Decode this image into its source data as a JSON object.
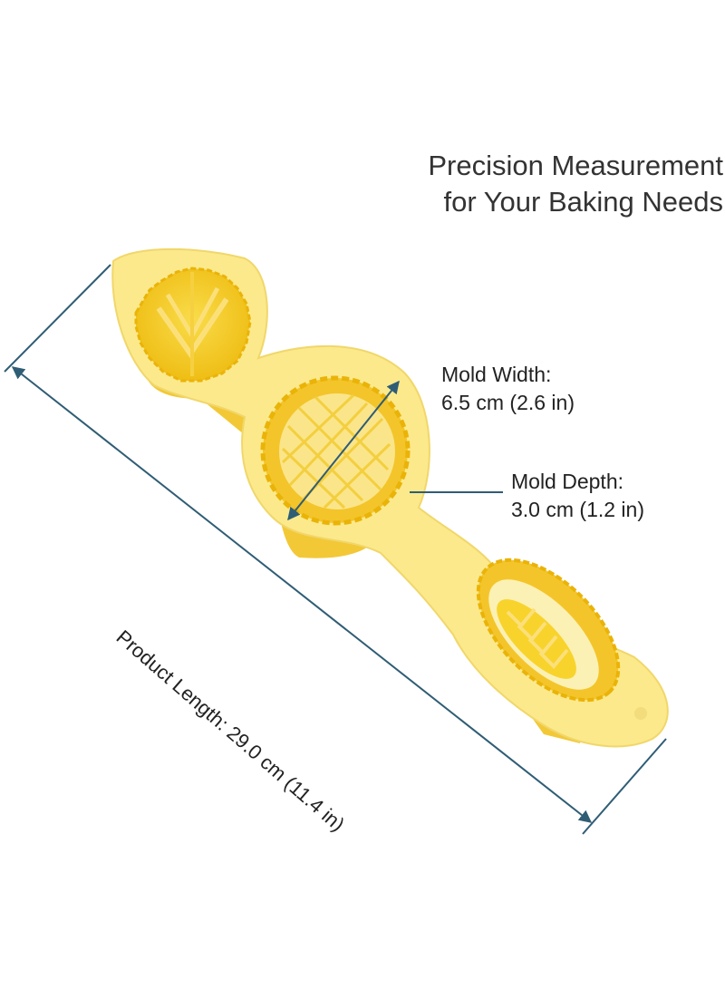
{
  "headline": {
    "line1": "Precision Measurement",
    "line2": "for Your Baking Needs"
  },
  "mold_width": {
    "label": "Mold Width:",
    "value": "6.5 cm (2.6 in)"
  },
  "mold_depth": {
    "label": "Mold Depth:",
    "value": "3.0 cm (1.2 in)"
  },
  "product_length": {
    "text": "Product Length: 29.0 cm (11.4 in)"
  },
  "colors": {
    "body": "#fbe98c",
    "cavity": "#f8d32c",
    "cavity_dark": "#efbc12",
    "line": "#2f5d75",
    "text": "#222222"
  },
  "icons": [
    "mooncake-mold-icon",
    "dimension-arrow-icon"
  ]
}
